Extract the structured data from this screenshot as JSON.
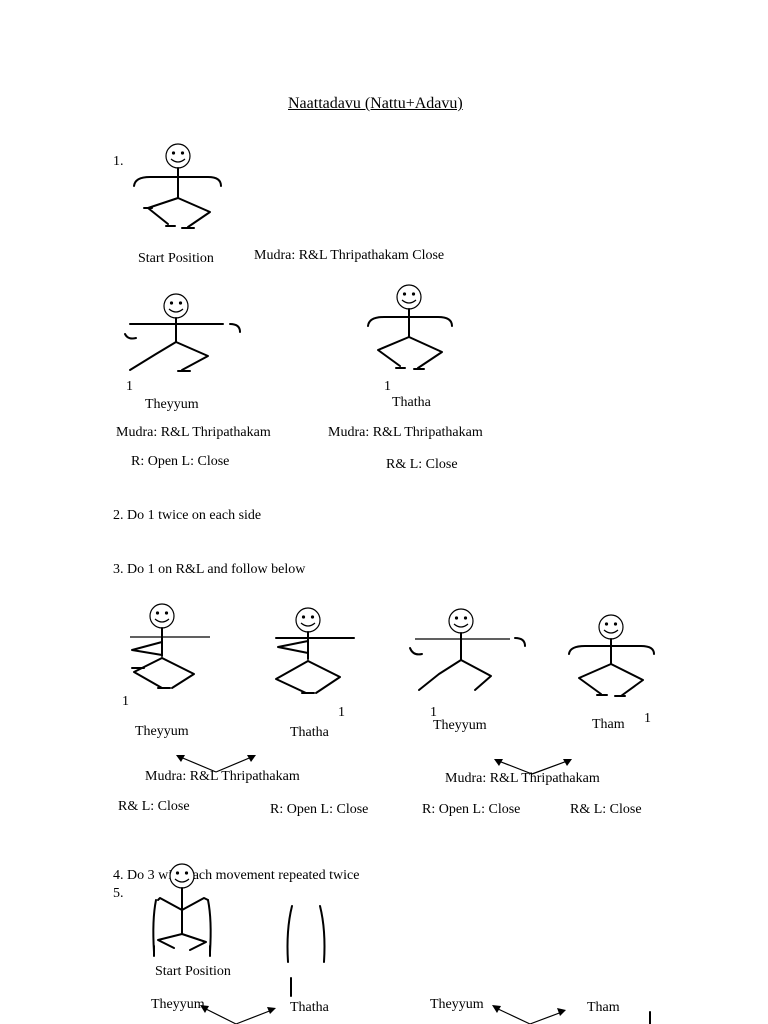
{
  "title": "Naattadavu (Nattu+Adavu)",
  "s1": {
    "number": "1.",
    "start_label": "Start Position",
    "start_mudra": "Mudra: R&L Thripathakam Close",
    "left": {
      "count": "1",
      "bol": "Theyyum",
      "mudra": "Mudra: R&L Thripathakam",
      "hands": "R: Open L: Close"
    },
    "right": {
      "count": "1",
      "bol": "Thatha",
      "mudra": "Mudra: R&L Thripathakam",
      "hands": "R& L: Close"
    }
  },
  "s2": {
    "text": "2. Do 1 twice on each side"
  },
  "s3": {
    "text": "3. Do 1 on R&L and follow below",
    "counts": [
      "1",
      "1",
      "1",
      "1"
    ],
    "bols": [
      "Theyyum",
      "Thatha",
      "Theyyum",
      "Tham"
    ],
    "mudra_left": "Mudra: R&L Thripathakam",
    "mudra_right": "Mudra: R&L Thripathakam",
    "hands": [
      "R& L: Close",
      "R: Open L: Close",
      "R: Open L: Close",
      "R& L: Close"
    ]
  },
  "s4": {
    "text": "4. Do 3 with each movement repeated twice"
  },
  "s5": {
    "number": "5.",
    "start_label": "Start Position",
    "bols": [
      "Theyyum",
      "Thatha",
      "Theyyum",
      "Tham"
    ]
  }
}
